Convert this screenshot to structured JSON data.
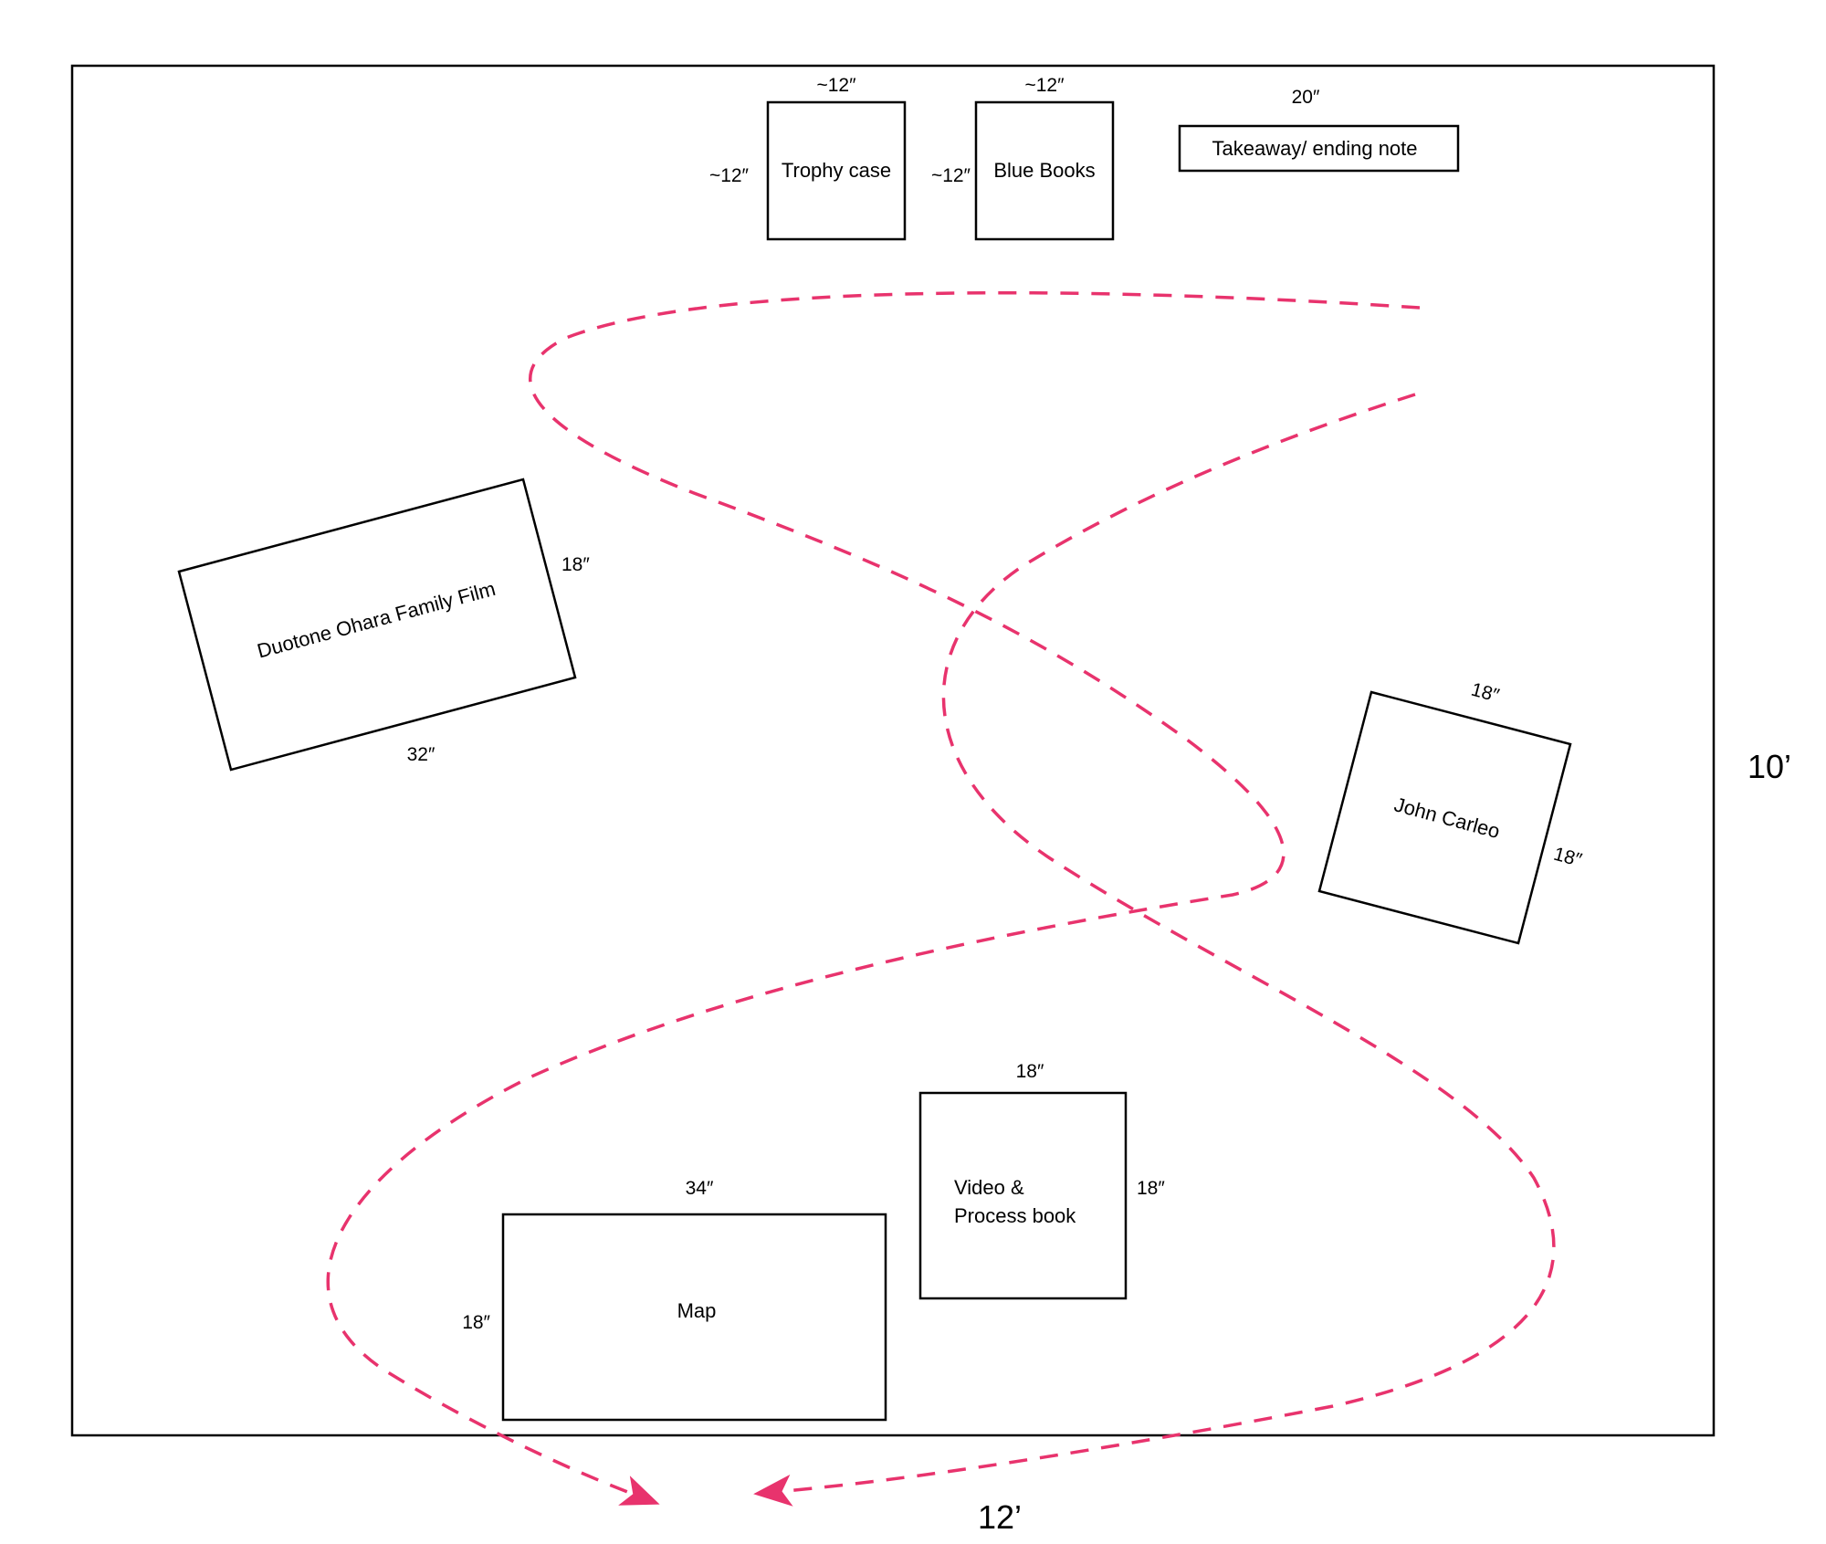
{
  "colors": {
    "path": "#e8336d",
    "ink": "#000000",
    "background": "#ffffff"
  },
  "room": {
    "width_label": "12’",
    "height_label": "10’"
  },
  "items": {
    "trophy_case": {
      "label": "Trophy case",
      "width": "~12″",
      "height": "~12″"
    },
    "blue_books": {
      "label": "Blue Books",
      "width": "~12″",
      "height": "~12″"
    },
    "takeaway": {
      "label": "Takeaway/ ending note",
      "width": "20″"
    },
    "family_film": {
      "label": "Duotone Ohara Family Film",
      "width": "32″",
      "height": "18″"
    },
    "john_carleo": {
      "label": "John Carleo",
      "width": "18″",
      "height": "18″"
    },
    "video_book": {
      "label_line1": "Video &",
      "label_line2": "Process book",
      "width": "18″",
      "height": "18″"
    },
    "map": {
      "label": "Map",
      "width": "34″",
      "height": "18″"
    }
  },
  "paths": [
    {
      "name": "upper-visitor-path",
      "style": "dashed",
      "arrow": "end"
    },
    {
      "name": "lower-visitor-path",
      "style": "dashed",
      "arrow": "end"
    }
  ]
}
